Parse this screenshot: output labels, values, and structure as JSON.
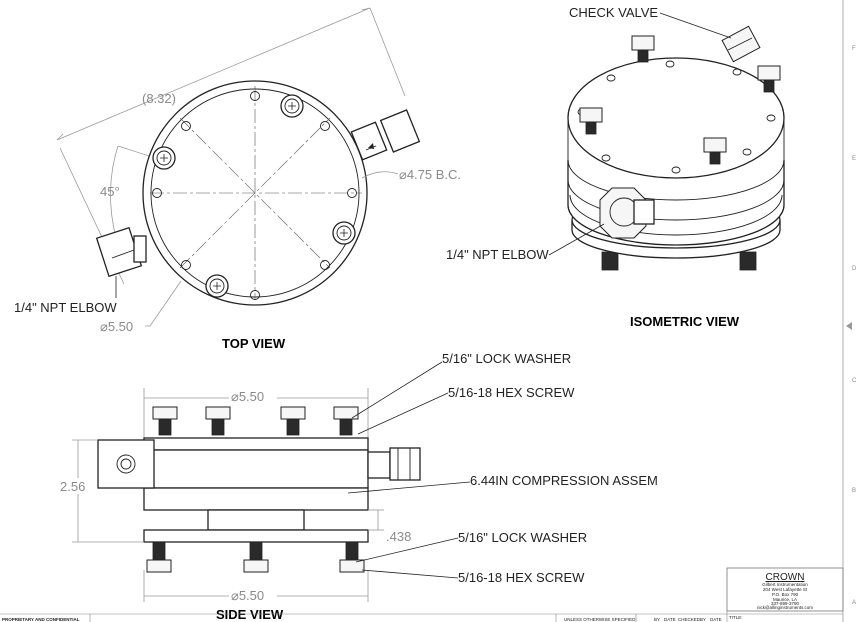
{
  "views": {
    "top": "TOP VIEW",
    "isometric": "ISOMETRIC VIEW",
    "side": "SIDE VIEW"
  },
  "labels": {
    "check_valve": "CHECK VALVE",
    "npt_elbow_top": "1/4\" NPT ELBOW",
    "npt_elbow_iso": "1/4\" NPT ELBOW",
    "lock_washer_top": "5/16\" LOCK WASHER",
    "hex_screw_top": "5/16-18 HEX SCREW",
    "compression_assem": "6.44IN COMPRESSION ASSEM",
    "lock_washer_bottom": "5/16\" LOCK WASHER",
    "hex_screw_bottom": "5/16-18 HEX SCREW"
  },
  "dimensions": {
    "overall_ref": "(8.32)",
    "angle": "45°",
    "bolt_circle": "⌀4.75 B.C.",
    "top_diameter": "⌀5.50",
    "side_top_diameter": "⌀5.50",
    "side_height": "2.56",
    "gap": ".438",
    "side_bottom_diameter": "⌀5.50"
  },
  "title_block": {
    "company": "CROWN",
    "company_sub": "Gilbert Instrumentation",
    "address_1": "204 West Lafayette St",
    "address_2": "P.O. Box 790",
    "address_3": "Maurice, LA",
    "phone": "337-898-3790",
    "email": "nick@allinginstruments.com",
    "title_label": "TITLE:",
    "proprietary": "PROPRIETARY AND CONFIDENTIAL",
    "unless": "UNLESS OTHERWISE SPECIFIED:",
    "col_by": "BY",
    "col_date": "DATE",
    "col_checked": "CHECKED",
    "col_by2": "BY",
    "col_date2": "DATE"
  },
  "border": {
    "zone_marks": [
      "F",
      "E",
      "D",
      "C",
      "B",
      "A"
    ]
  }
}
